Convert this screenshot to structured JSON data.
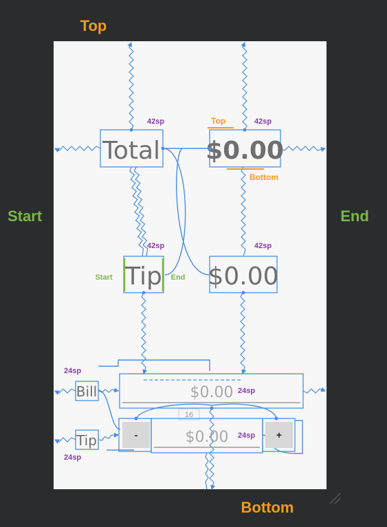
{
  "outer_labels": {
    "top": "Top",
    "bottom": "Bottom",
    "start": "Start",
    "end": "End"
  },
  "views": {
    "total_label": "Total",
    "total_amount": "$0.00",
    "tip_label": "Tip",
    "tip_amount": "$0.00",
    "bill_label": "Bill",
    "bill_input": "$0.00",
    "tip_row_label": "Tip",
    "tip_pct_input": "$0.00",
    "minus_button": "-",
    "plus_button": "+",
    "seek_value": "16"
  },
  "annotations": {
    "total_margin": "42sp",
    "total_amount_margin": "42sp",
    "tip_margin": "42sp",
    "tip_amount_margin": "42sp",
    "bill_margin": "24sp",
    "bill_input_margin": "24sp",
    "tip_row_margin": "24sp",
    "tip_input_margin": "24sp",
    "total_amount_top": "Top",
    "total_amount_bottom": "Bottom",
    "tip_start": "Start",
    "tip_end": "End"
  },
  "colors": {
    "background": "#2b2c2e",
    "canvas": "#f7f7f7",
    "constraint": "#4a8fe0",
    "orange": "#f39a1d",
    "green": "#7ab648",
    "purple": "#8a3ba8"
  }
}
